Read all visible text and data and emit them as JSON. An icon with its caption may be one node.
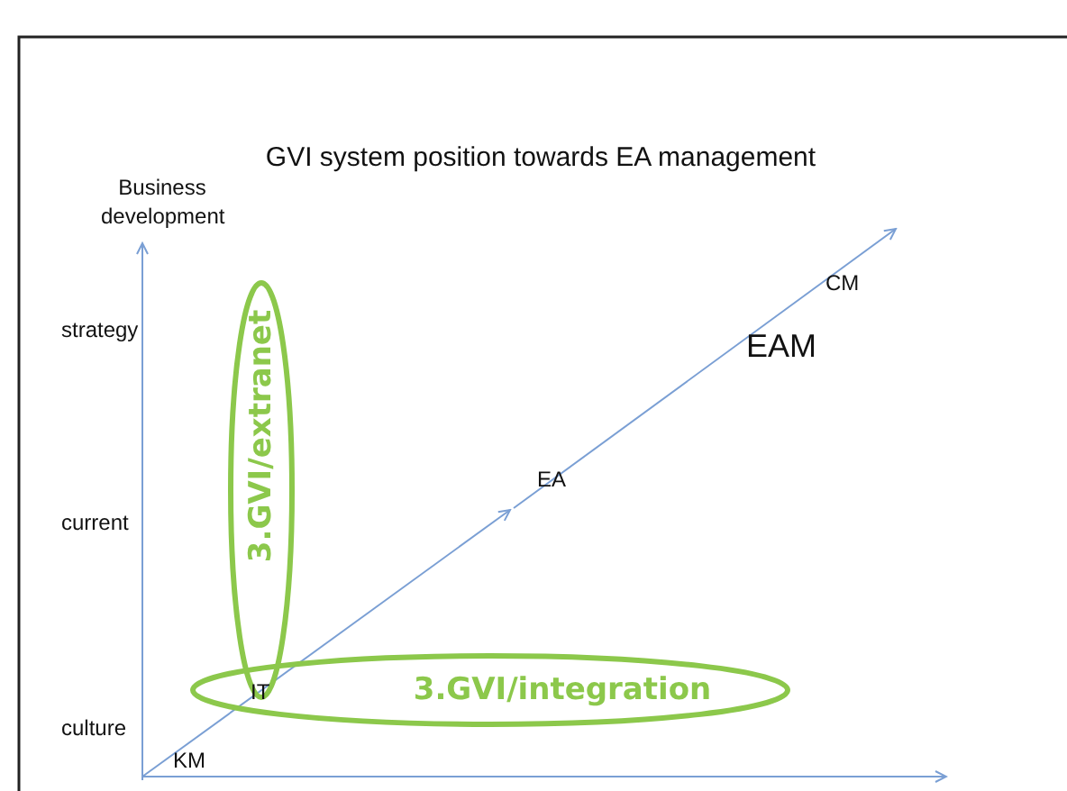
{
  "diagram": {
    "title": "GVI system position towards EA management",
    "nodes": [
      {
        "text": [
          "3.GVI/extranet"
        ]
      },
      {
        "text": [
          "3.GVI/integration"
        ]
      }
    ],
    "labels": [
      "Business development",
      "strategy",
      "current",
      "culture",
      "KM",
      "IT",
      "EA",
      "EAM",
      "CM"
    ]
  }
}
